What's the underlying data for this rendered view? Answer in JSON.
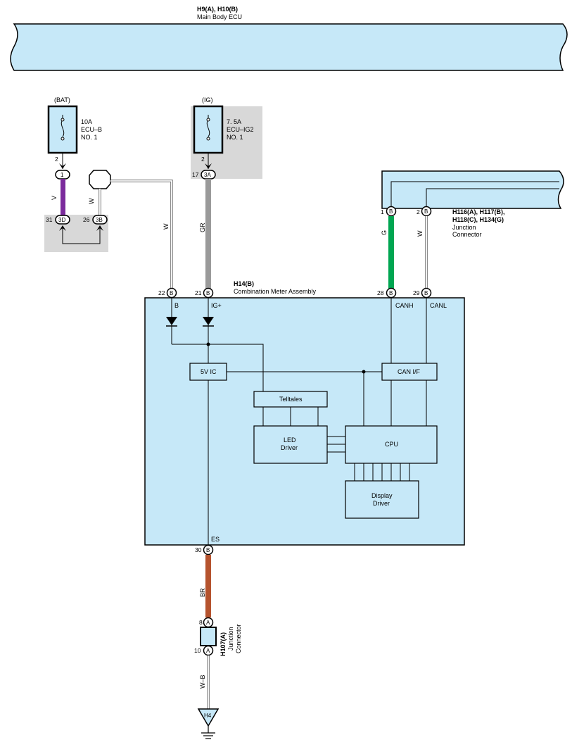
{
  "ecu": {
    "code": "H9(A), H10(B)",
    "name": "Main Body ECU"
  },
  "fuse_bat": {
    "supply": "(BAT)",
    "rating": "10A",
    "name": "ECU–B",
    "num": "NO. 1",
    "pin": "2"
  },
  "fuse_ig": {
    "supply": "(IG)",
    "rating": "7. 5A",
    "name": "ECU–IG2",
    "num": "NO. 1",
    "pin": "2"
  },
  "connectors": {
    "c1": "1",
    "c3d": "3D",
    "c3b": "3B",
    "c3a": "3A",
    "b": "B",
    "a": "A"
  },
  "pins": {
    "p31": "31",
    "p26": "26",
    "p17": "17",
    "p22": "22",
    "p21": "21",
    "p28": "28",
    "p29": "29",
    "p30": "30",
    "p8": "8",
    "p10": "10",
    "jc1": "1",
    "jc2": "2"
  },
  "wires": {
    "v": "V",
    "w1": "W",
    "w2": "W",
    "gr": "GR",
    "g": "G",
    "w3": "W",
    "br": "BR",
    "wb": "W–B"
  },
  "wire_colors": {
    "violet": "#7b2b9c",
    "gray": "#9a9a9a",
    "green": "#00a651",
    "brown": "#b5532e"
  },
  "junction": {
    "code": "H116(A), H117(B),",
    "code2": "H118(C), H134(G)",
    "l1": "Junction",
    "l2": "Connector"
  },
  "meter": {
    "code": "H14(B)",
    "name": "Combination Meter Assembly"
  },
  "terminals": {
    "b": "B",
    "ig": "IG+",
    "canh": "CANH",
    "canl": "CANL",
    "es": "ES"
  },
  "blocks": {
    "ic": "5V IC",
    "can": "CAN I/F",
    "telltales": "Telltales",
    "led1": "LED",
    "led2": "Driver",
    "cpu": "CPU",
    "disp1": "Display",
    "disp2": "Driver"
  },
  "jcon": {
    "code": "H107(A)",
    "l1": "Junction",
    "l2": "Connector"
  },
  "ground": "H4"
}
